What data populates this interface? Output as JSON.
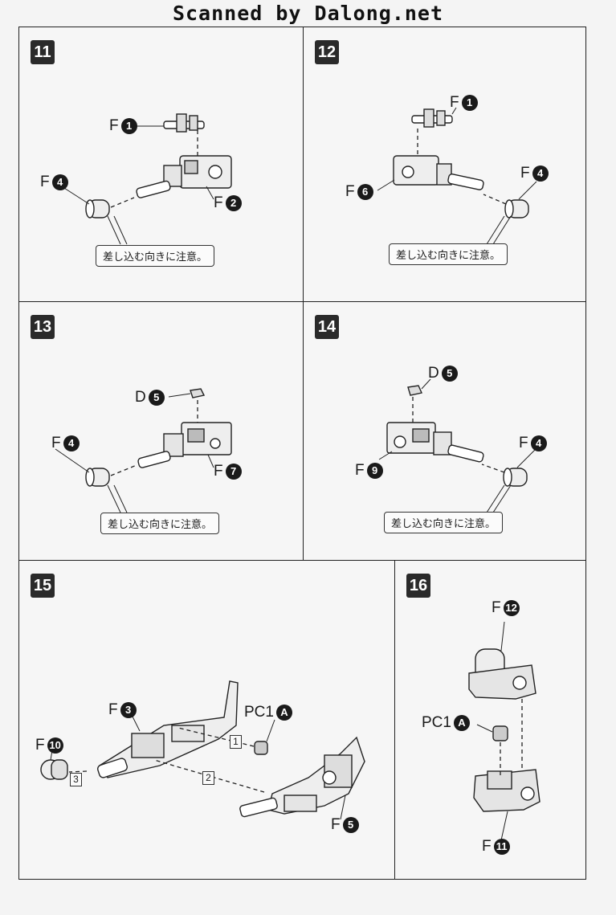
{
  "header": {
    "scanned_by": "Scanned by Dalong.net"
  },
  "caution_note": "差し込む向きに注意。",
  "steps": [
    {
      "number": "11",
      "parts": [
        {
          "letter": "F",
          "num": "1"
        },
        {
          "letter": "F",
          "num": "4"
        },
        {
          "letter": "F",
          "num": "2"
        }
      ]
    },
    {
      "number": "12",
      "parts": [
        {
          "letter": "F",
          "num": "1"
        },
        {
          "letter": "F",
          "num": "6"
        },
        {
          "letter": "F",
          "num": "4"
        }
      ]
    },
    {
      "number": "13",
      "parts": [
        {
          "letter": "D",
          "num": "5"
        },
        {
          "letter": "F",
          "num": "4"
        },
        {
          "letter": "F",
          "num": "7"
        }
      ]
    },
    {
      "number": "14",
      "parts": [
        {
          "letter": "D",
          "num": "5"
        },
        {
          "letter": "F",
          "num": "9"
        },
        {
          "letter": "F",
          "num": "4"
        }
      ]
    },
    {
      "number": "15",
      "parts": [
        {
          "letter": "F",
          "num": "3"
        },
        {
          "letter": "PC1",
          "num": "A"
        },
        {
          "letter": "F",
          "num": "10"
        },
        {
          "letter": "F",
          "num": "5"
        }
      ],
      "sequence": [
        "1",
        "2",
        "3"
      ]
    },
    {
      "number": "16",
      "parts": [
        {
          "letter": "F",
          "num": "12"
        },
        {
          "letter": "PC1",
          "num": "A"
        },
        {
          "letter": "F",
          "num": "11"
        }
      ]
    }
  ]
}
